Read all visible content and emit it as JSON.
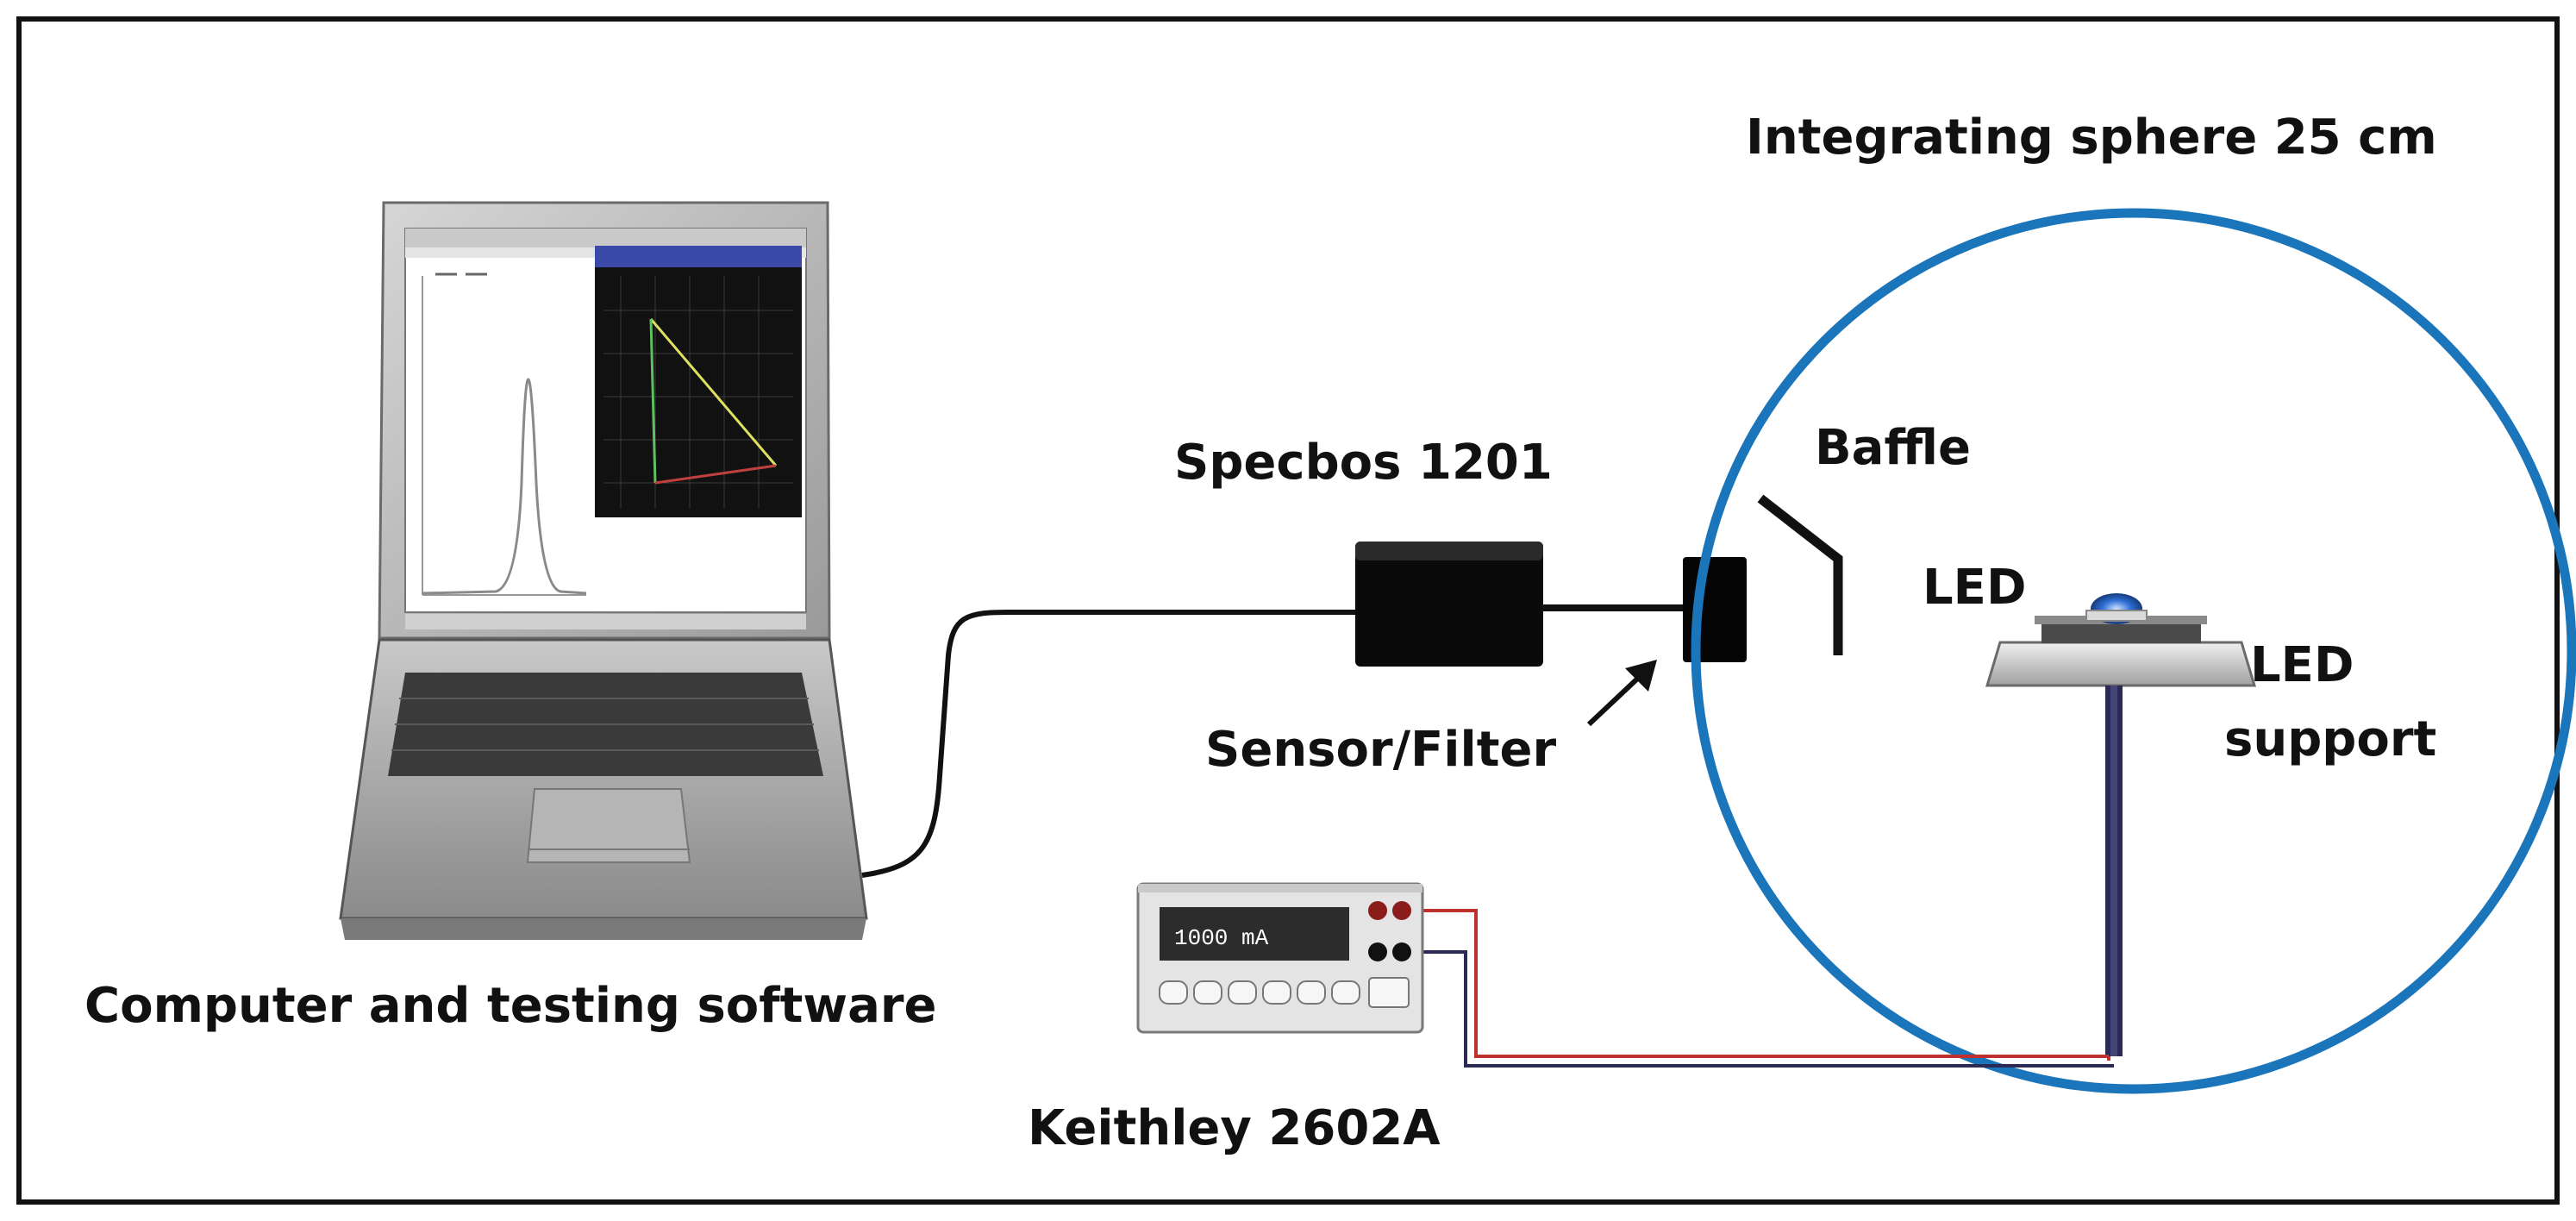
{
  "labels": {
    "sphere": "Integrating sphere 25 cm",
    "baffle": "Baffle",
    "led": "LED",
    "led_support_1": "LED",
    "led_support_2": "support",
    "specbos": "Specbos 1201",
    "sensor": "Sensor/Filter",
    "computer": "Computer and testing software",
    "keithley": "Keithley 2602A"
  },
  "meter": {
    "display": "1000 mA"
  },
  "colors": {
    "sphere": "#1b75bb",
    "wire_red": "#c0302f",
    "wire_dark": "#2a2a55",
    "led_blue": "#2d6fd6",
    "frame": "#111111"
  }
}
